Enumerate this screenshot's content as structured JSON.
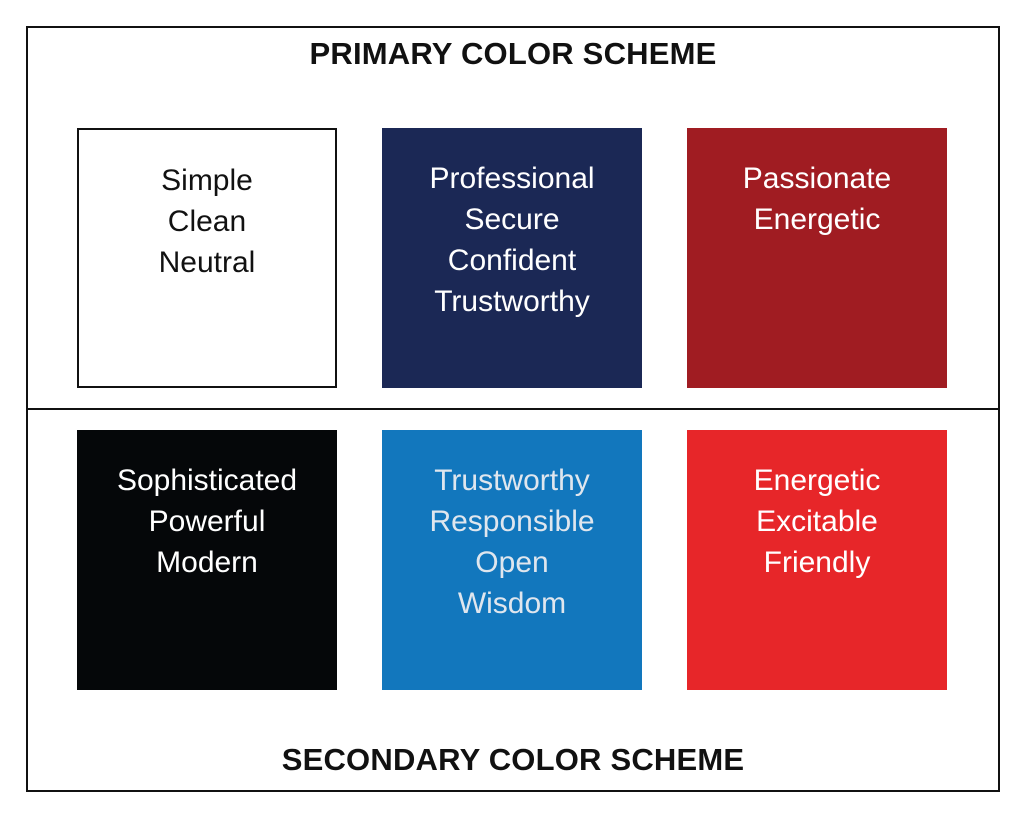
{
  "primary_heading": "PRIMARY COLOR SCHEME",
  "secondary_heading": "SECONDARY COLOR SCHEME",
  "primary_swatches": [
    {
      "color": "#ffffff",
      "lines": [
        "Simple",
        "Clean",
        "Neutral"
      ]
    },
    {
      "color": "#1b2855",
      "lines": [
        "Professional",
        "Secure",
        "Confident",
        "Trustworthy"
      ]
    },
    {
      "color": "#a01c22",
      "lines": [
        "Passionate",
        "Energetic"
      ]
    }
  ],
  "secondary_swatches": [
    {
      "color": "#050709",
      "lines": [
        "Sophisticated",
        "Powerful",
        "Modern"
      ]
    },
    {
      "color": "#1277bd",
      "lines": [
        "Trustworthy",
        "Responsible",
        "Open",
        "Wisdom"
      ]
    },
    {
      "color": "#e72629",
      "lines": [
        "Energetic",
        "Excitable",
        "Friendly"
      ]
    }
  ]
}
